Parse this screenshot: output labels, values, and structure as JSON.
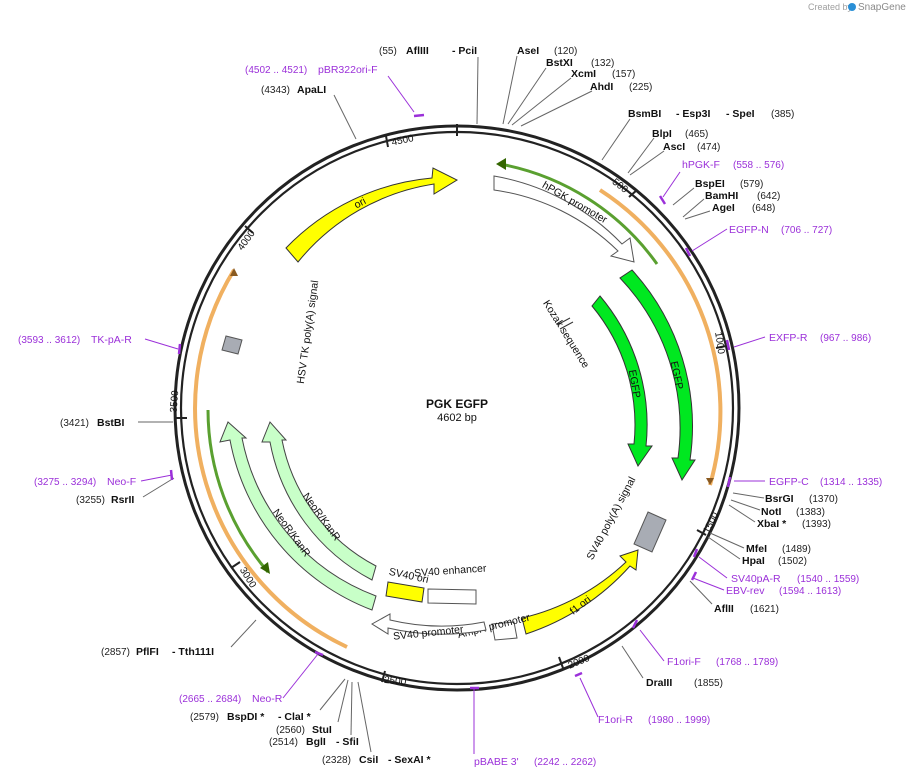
{
  "credit": {
    "created_by": "Created by",
    "brand": "SnapGene"
  },
  "plasmid": {
    "name": "PGK EGFP",
    "size": "4602 bp"
  },
  "ticks": [
    "500",
    "1000",
    "1500",
    "2000",
    "2500",
    "3000",
    "3500",
    "4000",
    "4500"
  ],
  "features": {
    "ori": "ori",
    "hpgk_promoter": "hPGK promoter",
    "kozak": "Kozak sequence",
    "egfp_outer": "EGFP",
    "egfp_inner": "EGFP",
    "sv40_polya": "SV40 poly(A) signal",
    "f1_ori": "f1 ori",
    "ampr_promoter": "AmpR promoter",
    "sv40_promoter": "SV40 promoter",
    "sv40_ori": "SV40 ori",
    "sv40_enhancer": "SV40 enhancer",
    "neor_outer": "NeoR/KanR",
    "neor_inner": "NeoR/KanR",
    "hsv_tk": "HSV TK poly(A) signal"
  },
  "enzymes": [
    {
      "pos": "(55)",
      "name": "AflIII",
      "extra": "- PciI"
    },
    {
      "name": "AseI",
      "pos": "(120)"
    },
    {
      "name": "BstXI",
      "pos": "(132)"
    },
    {
      "name": "XcmI",
      "pos": "(157)"
    },
    {
      "name": "AhdI",
      "pos": "(225)"
    },
    {
      "name": "BsmBI",
      "extra": "- Esp3I",
      "extra2": "- SpeI",
      "pos": "(385)"
    },
    {
      "name": "BlpI",
      "pos": "(465)"
    },
    {
      "name": "AscI",
      "pos": "(474)"
    },
    {
      "name": "BspEI",
      "pos": "(579)"
    },
    {
      "name": "BamHI",
      "pos": "(642)"
    },
    {
      "name": "AgeI",
      "pos": "(648)"
    },
    {
      "name": "BsrGI",
      "pos": "(1370)"
    },
    {
      "name": "NotI",
      "pos": "(1383)"
    },
    {
      "name": "XbaI *",
      "pos": "(1393)"
    },
    {
      "name": "MfeI",
      "pos": "(1489)"
    },
    {
      "name": "HpaI",
      "pos": "(1502)"
    },
    {
      "name": "AflII",
      "pos": "(1621)"
    },
    {
      "name": "DraIII",
      "pos": "(1855)"
    },
    {
      "pos": "(2328)",
      "name": "CsiI",
      "extra": "- SexAI *"
    },
    {
      "pos": "(2514)",
      "name": "BglI",
      "extra": "- SfiI"
    },
    {
      "pos": "(2560)",
      "name": "StuI"
    },
    {
      "pos": "(2579)",
      "name": "BspDI *",
      "extra": "- ClaI *"
    },
    {
      "pos": "(2857)",
      "name": "PflFI",
      "extra": "- Tth111I"
    },
    {
      "pos": "(3255)",
      "name": "RsrII"
    },
    {
      "pos": "(3421)",
      "name": "BstBI"
    },
    {
      "pos": "(4343)",
      "name": "ApaLI"
    }
  ],
  "primers": [
    {
      "name": "pBR322ori-F",
      "pos": "(4502 .. 4521)"
    },
    {
      "name": "hPGK-F",
      "pos": "(558 .. 576)"
    },
    {
      "name": "EGFP-N",
      "pos": "(706 .. 727)"
    },
    {
      "name": "EXFP-R",
      "pos": "(967 .. 986)"
    },
    {
      "name": "EGFP-C",
      "pos": "(1314 .. 1335)"
    },
    {
      "name": "SV40pA-R",
      "pos": "(1540 .. 1559)"
    },
    {
      "name": "EBV-rev",
      "pos": "(1594 .. 1613)"
    },
    {
      "name": "F1ori-F",
      "pos": "(1768 .. 1789)"
    },
    {
      "name": "F1ori-R",
      "pos": "(1980 .. 1999)"
    },
    {
      "name": "pBABE 3'",
      "pos": "(2242 .. 2262)"
    },
    {
      "name": "Neo-R",
      "pos": "(2665 .. 2684)"
    },
    {
      "name": "Neo-F",
      "pos": "(3275 .. 3294)"
    },
    {
      "name": "TK-pA-R",
      "pos": "(3593 .. 3612)"
    }
  ],
  "colors": {
    "ori": "#ffff00",
    "egfp": "#00e820",
    "neor": "#c8ffc8",
    "polya": "#a8acb4",
    "primer": "#9b30d9",
    "orf": "#f0b060"
  }
}
